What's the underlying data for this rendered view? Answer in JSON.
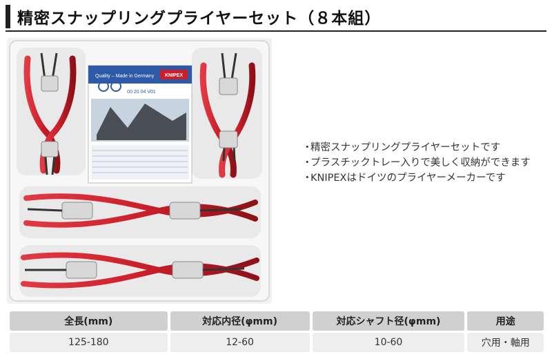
{
  "header": {
    "title": "精密スナップリングプライヤーセット（８本組）"
  },
  "product_image": {
    "brand": "KNIPEX",
    "tagline": "Quality – Made in Germany",
    "model_code": "00 20 04 V01"
  },
  "features": [
    "精密スナップリングプライヤーセットです",
    "プラスチックトレー入りで美しく収納ができます",
    "KNIPEXはドイツのプライヤーメーカーです"
  ],
  "bullet_mark": "・",
  "spec_table": {
    "headers": [
      "全長(mm)",
      "対応内径(φmm)",
      "対応シャフト径(φmm)",
      "用途"
    ],
    "values": [
      "125-180",
      "12-60",
      "10-60",
      "穴用・軸用"
    ]
  },
  "colors": {
    "plier_red": "#cc1f2a",
    "card_blue": "#2c5aa8",
    "tray": "#f2f2f2"
  }
}
